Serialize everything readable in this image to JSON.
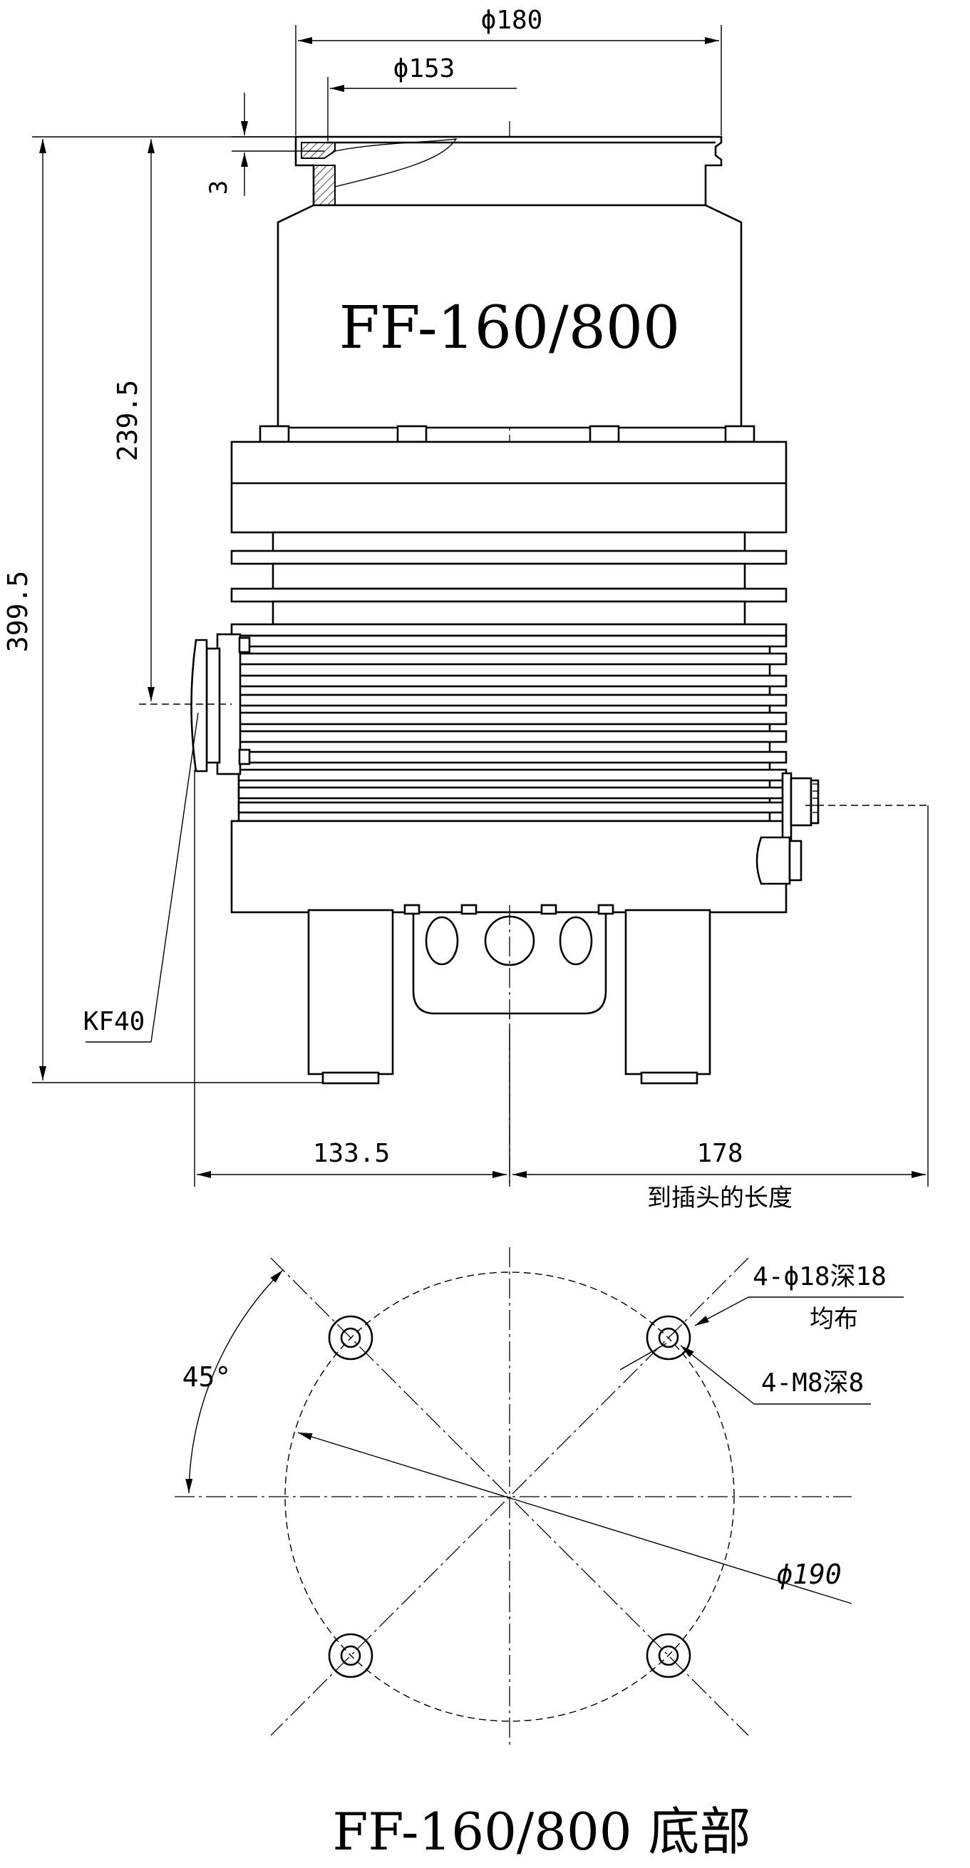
{
  "pump_model_label": "FF-160/800",
  "bottom_view_title": "FF-160/800 底部",
  "dimensions": {
    "flange_outer": "ϕ180",
    "flange_inner": "ϕ153",
    "flange_step": "3",
    "height_to_side_port": "239.5",
    "overall_height": "399.5",
    "left_extent": "133.5",
    "right_extent": "178",
    "right_extent_note": "到插头的长度",
    "side_port": "KF40",
    "bolt_angle": "45°",
    "hole_pattern_diameter": "ϕ190",
    "mount_holes": "4-ϕ18深18",
    "mount_holes_note": "均布",
    "thread_holes": "4-M8深8"
  }
}
